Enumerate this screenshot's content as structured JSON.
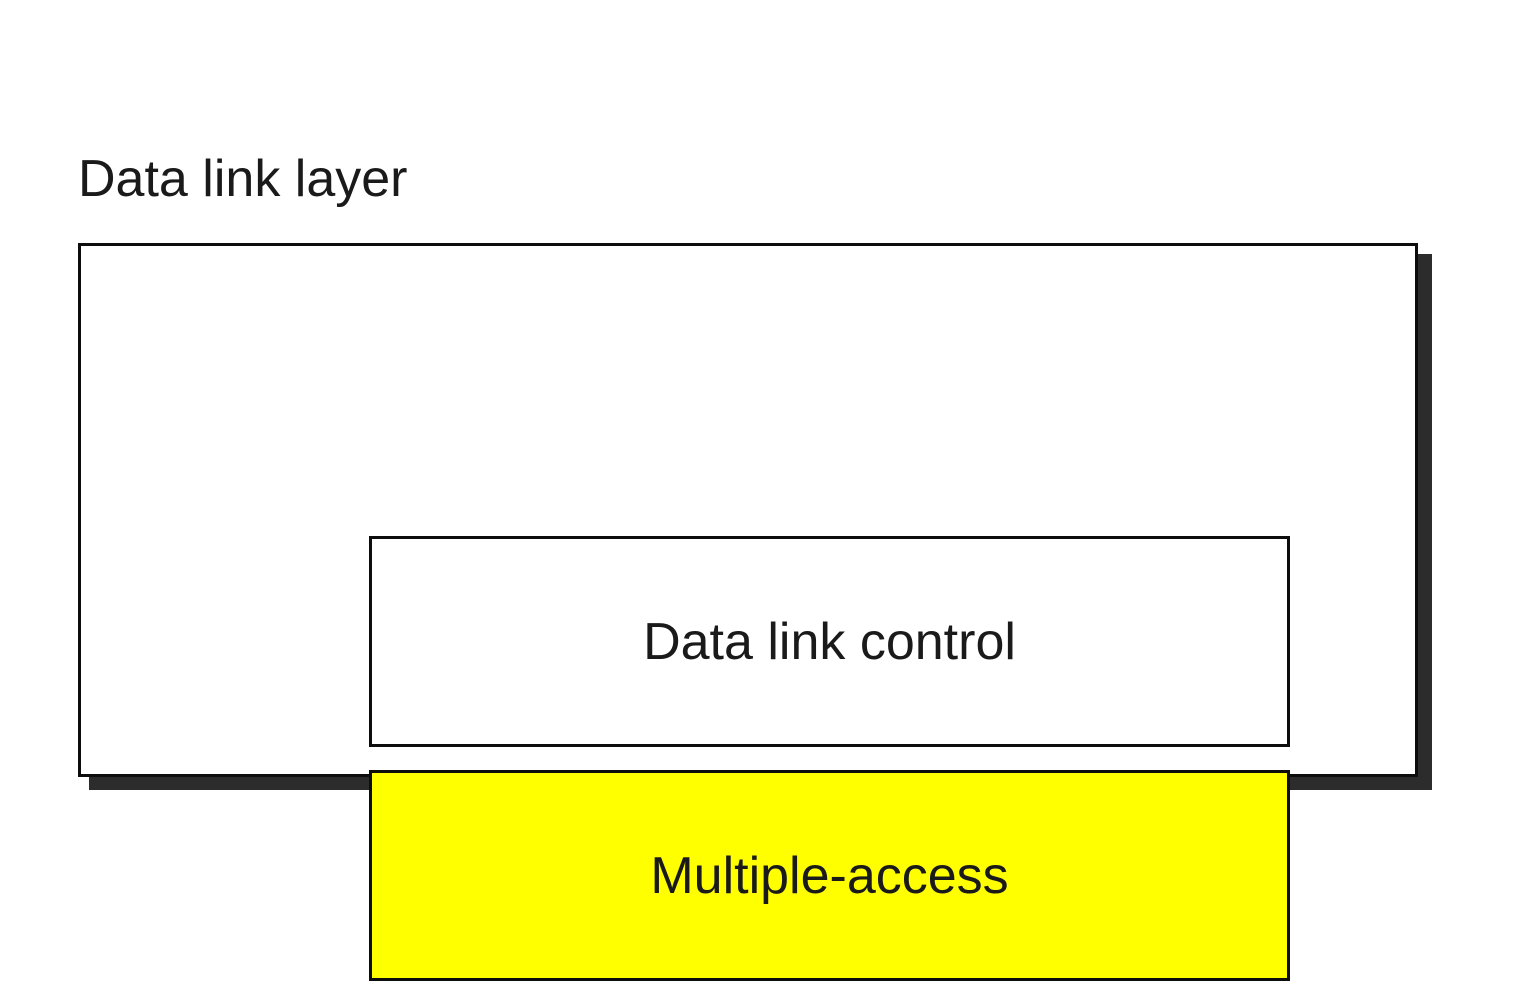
{
  "diagram": {
    "title": "Data link layer",
    "background_color": "#ffffff",
    "outer_box": {
      "name": "Data link layer",
      "fill": "#ffffff",
      "stroke": "#0d0d0d",
      "shadow_color": "#2c2c2c"
    },
    "sublayers": [
      {
        "label": "Data link control",
        "fill": "#ffffff",
        "stroke": "#0d0d0d",
        "text_color": "#1a1a1a",
        "highlighted": false
      },
      {
        "label": "Multiple-access",
        "fill": "#ffff00",
        "stroke": "#0d0d0d",
        "text_color": "#1a1a1a",
        "highlighted": true
      }
    ]
  }
}
